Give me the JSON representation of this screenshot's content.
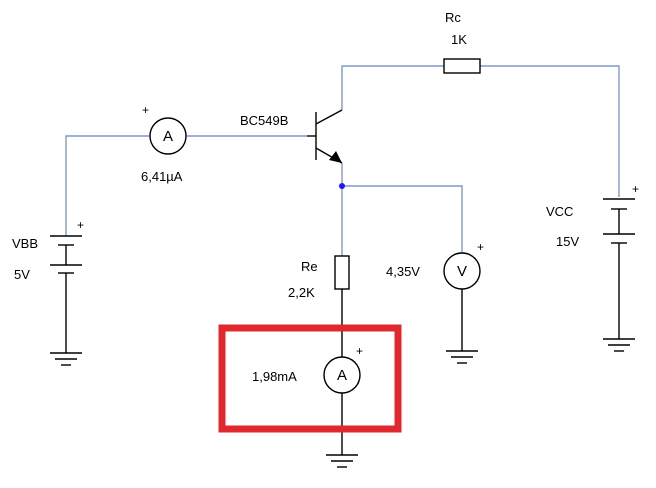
{
  "labels": {
    "transistor": "BC549B",
    "rc_name": "Rc",
    "rc_value": "1K",
    "re_name": "Re",
    "re_value": "2,2K",
    "vbb_name": "VBB",
    "vbb_value": "5V",
    "vcc_name": "VCC",
    "vcc_value": "15V",
    "base_current": "6,41µA",
    "emitter_voltage": "4,35V",
    "emitter_current": "1,98mA",
    "ammeter_symbol": "A",
    "voltmeter_symbol": "V",
    "plus": "+"
  },
  "colors": {
    "wire": "#7f99cc",
    "component": "#000000",
    "highlight": "#e0282e",
    "node": "#1a1aff"
  }
}
